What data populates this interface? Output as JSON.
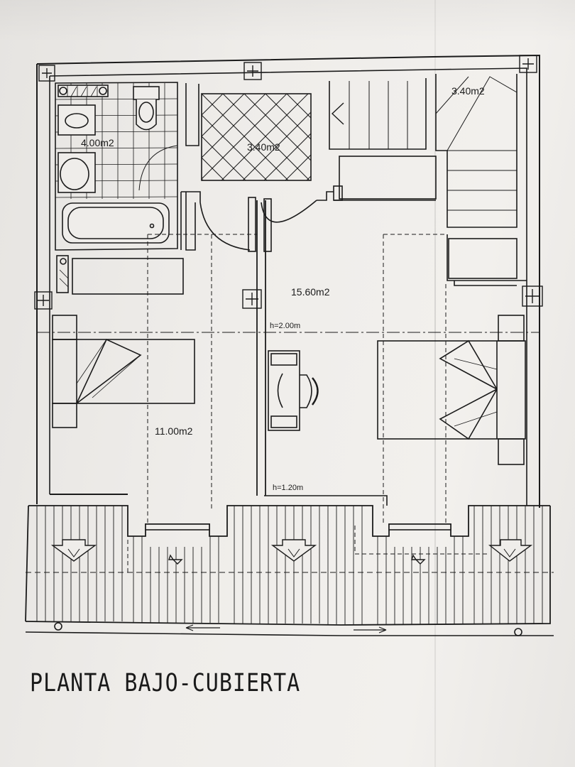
{
  "plan": {
    "rooms": {
      "bath": "4.00m2",
      "hall": "3.40m2",
      "stairs": "3.40m2",
      "central": "15.60m2",
      "left_bedroom": "11.00m2"
    },
    "heights": {
      "upper": "h=2.00m",
      "lower": "h=1.20m"
    },
    "caption": "PLANTA BAJO-CUBIERTA"
  },
  "colors": {
    "ink": "#1b1b1b",
    "paper": "#efedea"
  }
}
